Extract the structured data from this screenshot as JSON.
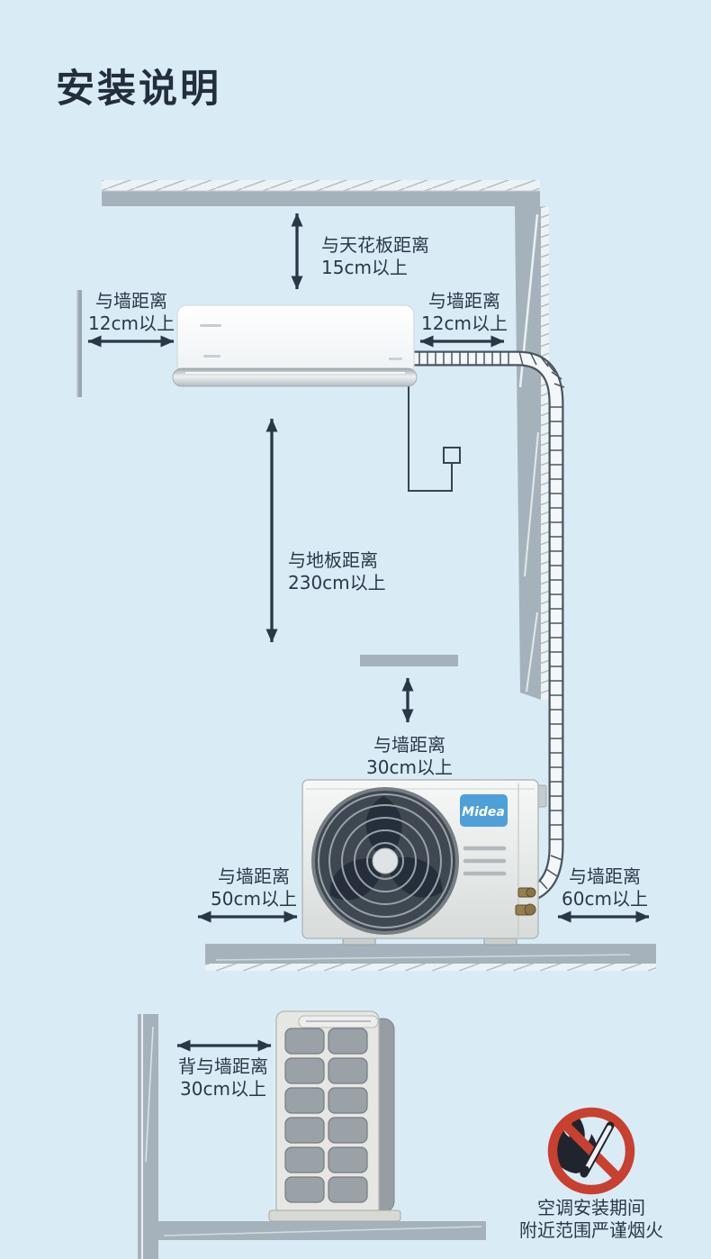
{
  "title": "安装说明",
  "colors": {
    "background": "#d9ecf6",
    "ink": "#2a3747",
    "wall_gray": "#a6b2bb",
    "brand_blue": "#4f9fd9",
    "warning_red": "#c8402f"
  },
  "indoor_unit": {
    "clearance_ceiling": {
      "line1": "与天花板距离",
      "line2": "15cm以上"
    },
    "clearance_left_wall": {
      "line1": "与墙距离",
      "line2": "12cm以上"
    },
    "clearance_right_wall": {
      "line1": "与墙距离",
      "line2": "12cm以上"
    },
    "clearance_floor": {
      "line1": "与地板距离",
      "line2": "230cm以上"
    }
  },
  "outdoor_unit": {
    "brand": "Midea",
    "clearance_top_wall": {
      "line1": "与墙距离",
      "line2": "30cm以上"
    },
    "clearance_left_wall": {
      "line1": "与墙距离",
      "line2": "50cm以上"
    },
    "clearance_right_wall": {
      "line1": "与墙距离",
      "line2": "60cm以上"
    },
    "clearance_back_wall": {
      "line1": "背与墙距离",
      "line2": "30cm以上"
    }
  },
  "warning": {
    "icon": "no-open-flame-icon",
    "line1": "空调安装期间",
    "line2": "附近范围严谨烟火"
  }
}
